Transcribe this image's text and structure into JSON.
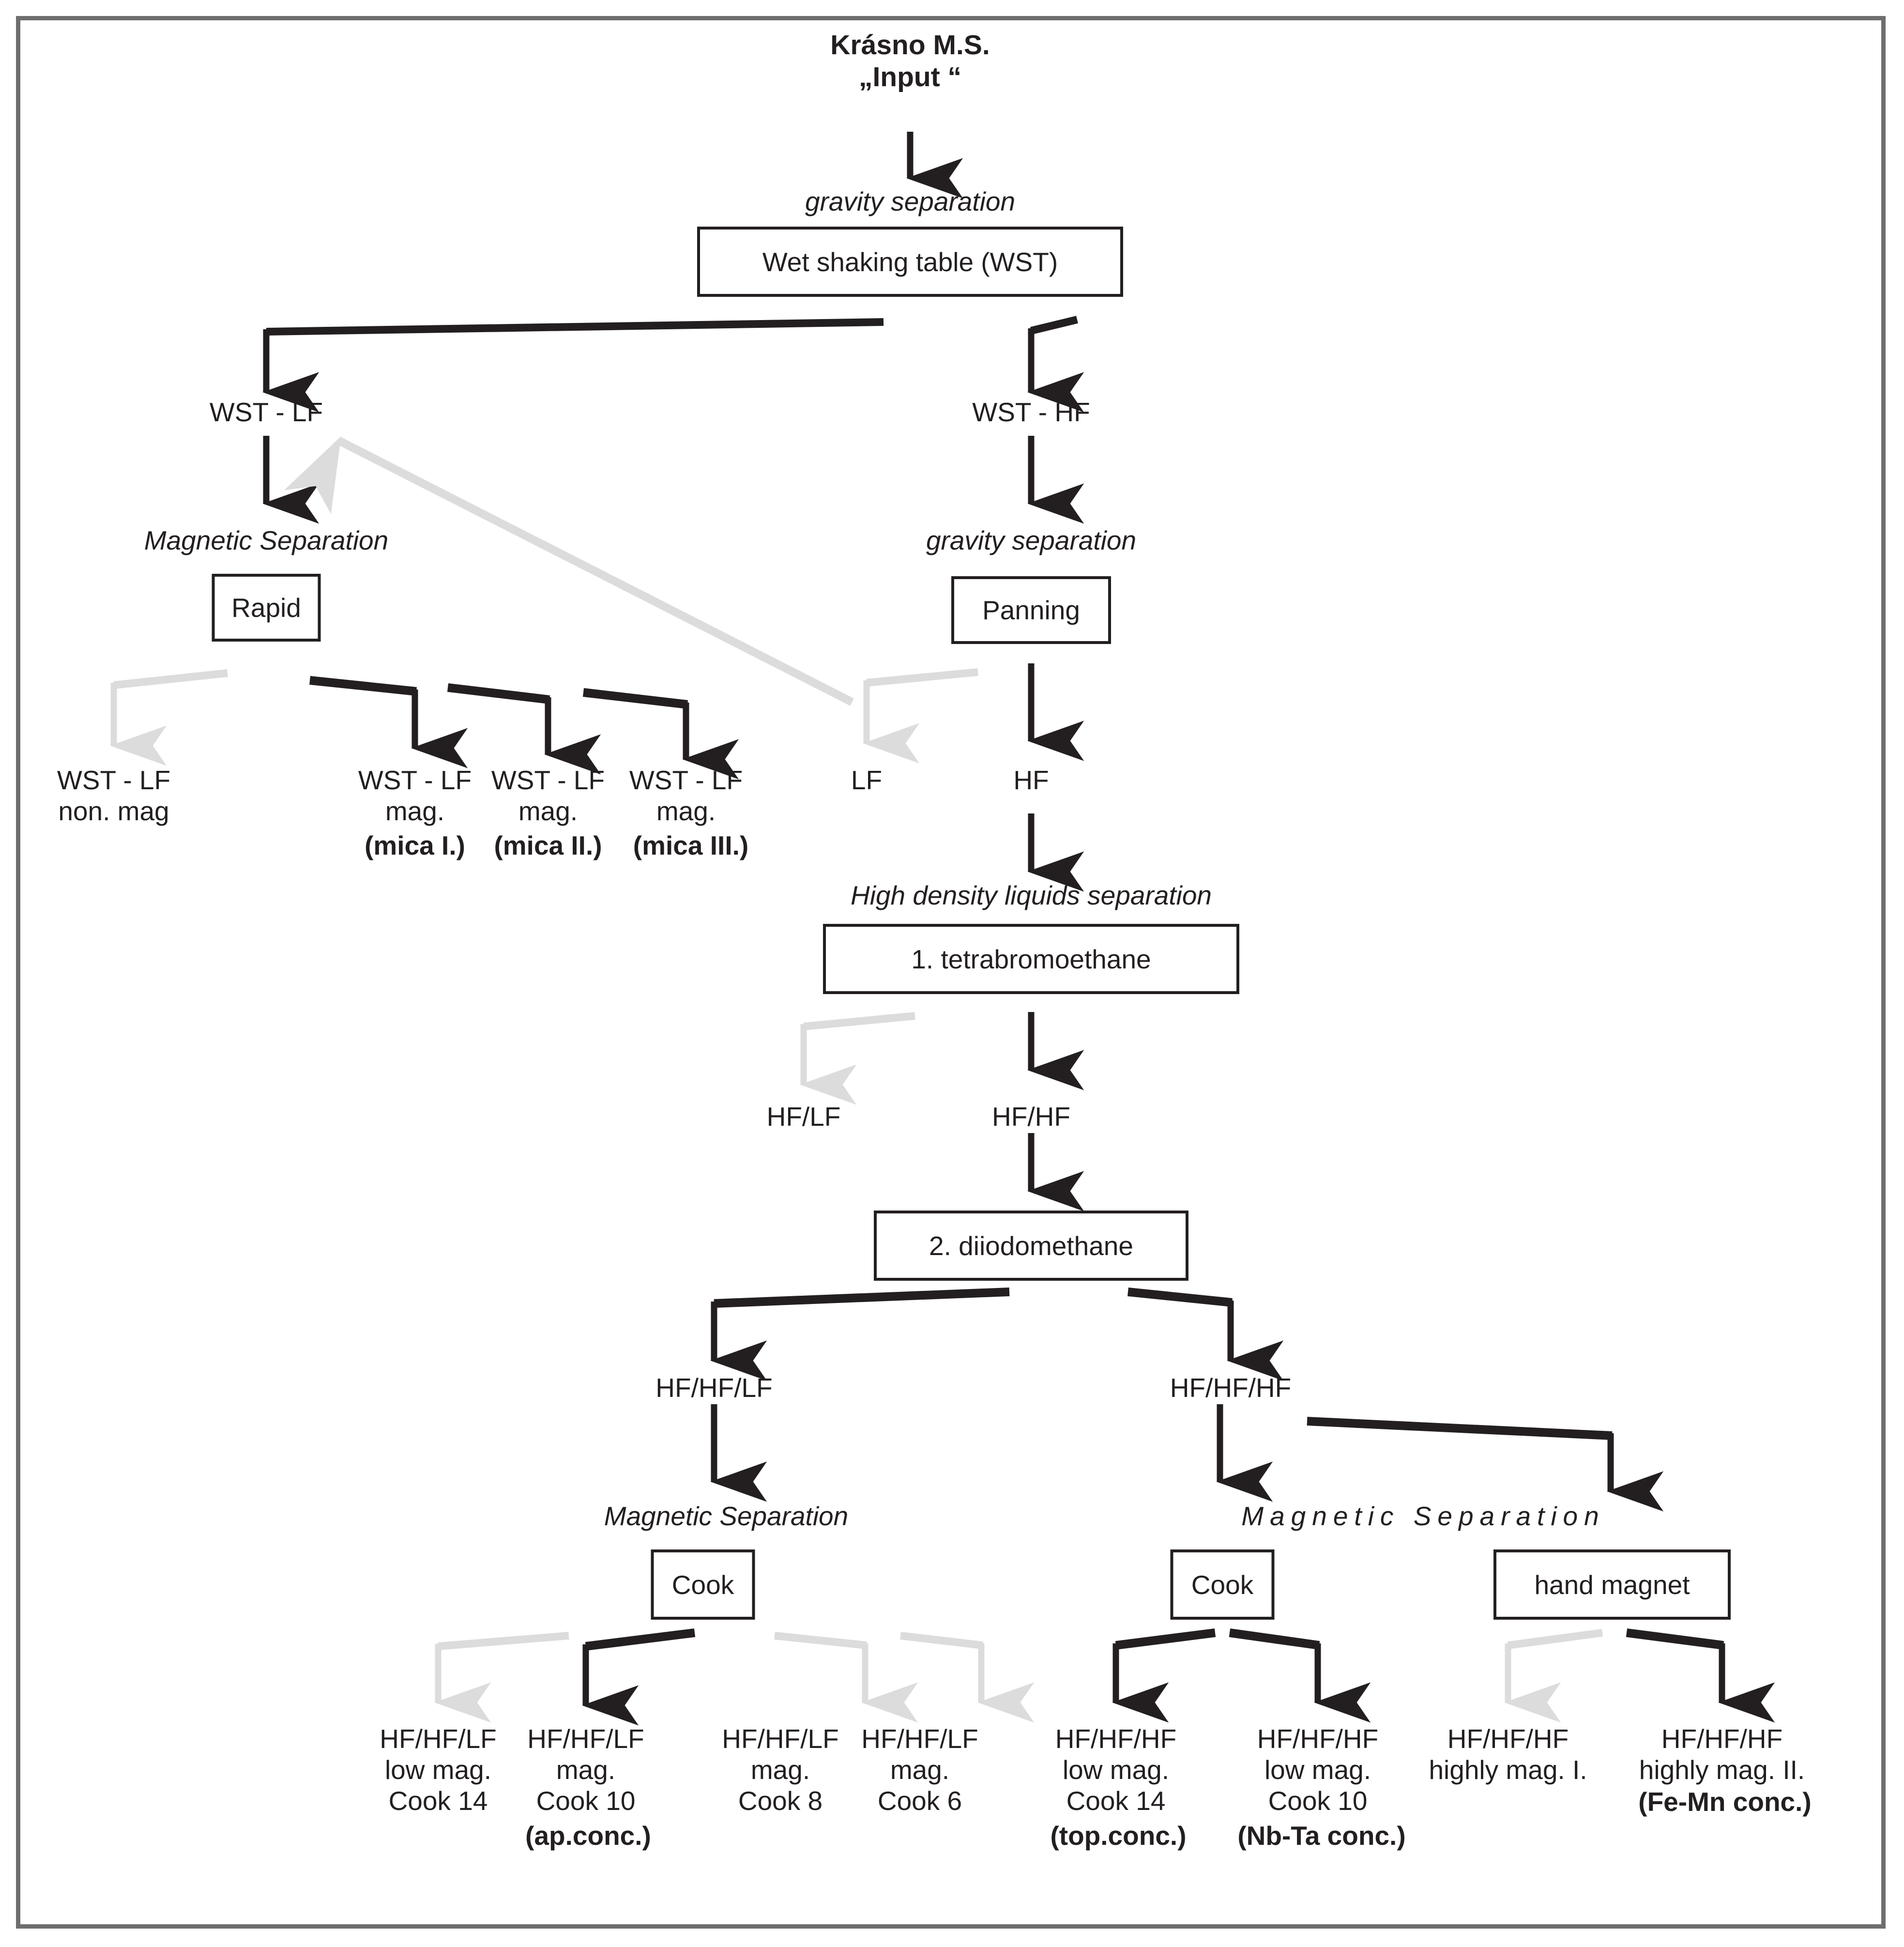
{
  "diagram": {
    "title": "Krásno M.S. separation scheme",
    "colors": {
      "ink": "#231f20",
      "frame": "#6e6e6e",
      "discard_arrow": "#dcdcdc",
      "main_arrow": "#231f20"
    }
  },
  "nodes": {
    "input": "Krásno M.S.\n„Input “",
    "grav_sep_1": "gravity separation",
    "wst_box": "Wet shaking table (WST)",
    "wst_lf": "WST - LF",
    "wst_hf": "WST - HF",
    "mag_sep_left": "Magnetic Separation",
    "rapid_box": "Rapid",
    "wst_lf_nonmag": "WST - LF\nnon. mag",
    "wst_lf_mag1": "WST - LF\nmag.",
    "wst_lf_mag1_sub": "(mica I.)",
    "wst_lf_mag2": "WST - LF\nmag.",
    "wst_lf_mag2_sub": "(mica II.)",
    "wst_lf_mag3": "WST - LF\nmag.",
    "wst_lf_mag3_sub": "(mica III.)",
    "grav_sep_2": "gravity separation",
    "panning_box": "Panning",
    "pan_lf": "LF",
    "pan_hf": "HF",
    "hdl_sep": "High density liquids separation",
    "tetra_box": "1. tetrabromoethane",
    "hf_lf": "HF/LF",
    "hf_hf": "HF/HF",
    "diiodo_box": "2. diiodomethane",
    "hf_hf_lf": "HF/HF/LF",
    "hf_hf_hf": "HF/HF/HF",
    "mag_sep_mid": "Magnetic Separation",
    "cook_box_left": "Cook",
    "mag_sep_right": "Magnetic Separation",
    "cook_box_right": "Cook",
    "hand_magnet_box": "hand magnet",
    "out_lf_cook14": "HF/HF/LF\nlow mag.\nCook 14",
    "out_lf_cook10": "HF/HF/LF\nmag.\nCook 10",
    "out_lf_cook10_sub": "(ap.conc.)",
    "out_lf_cook8": "HF/HF/LF\nmag.\nCook 8",
    "out_lf_cook6": "HF/HF/LF\nmag.\nCook 6",
    "out_hf_cook14": "HF/HF/HF\nlow mag.\nCook 14",
    "out_hf_cook14_sub": "(top.conc.)",
    "out_hf_cook10": "HF/HF/HF\nlow mag.\nCook 10",
    "out_hf_cook10_sub": "(Nb-Ta conc.)",
    "out_hf_highmag1": "HF/HF/HF\nhighly mag. I.",
    "out_hf_highmag2": "HF/HF/HF\nhighly mag. II.",
    "out_hf_highmag2_sub": "(Fe-Mn conc.)"
  }
}
